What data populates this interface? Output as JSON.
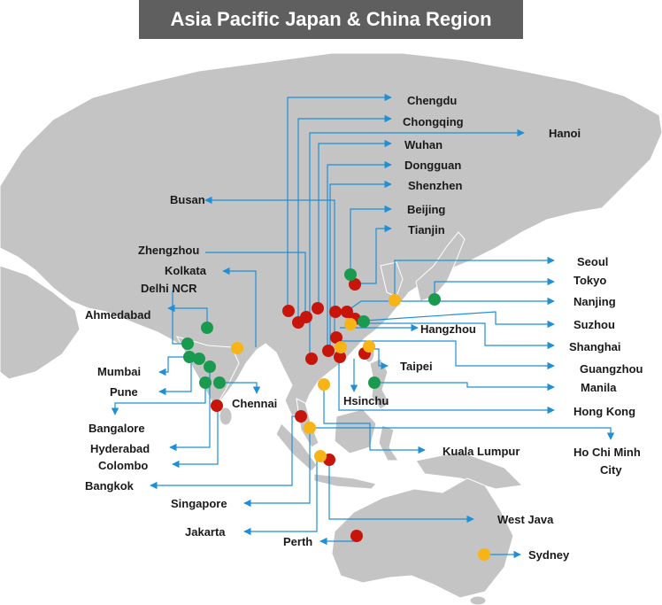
{
  "title": "Asia Pacific Japan & China Region",
  "colors": {
    "land": "#c4c4c4",
    "connector": "#1f8fd6",
    "red": "#c8150c",
    "green": "#1a9a4f",
    "yellow": "#f7b417",
    "title_bg": "#5f5f5f"
  },
  "cities": [
    {
      "name": "Chengdu",
      "color": "red"
    },
    {
      "name": "Chongqing",
      "color": "red"
    },
    {
      "name": "Hanoi",
      "color": "red"
    },
    {
      "name": "Wuhan",
      "color": "red"
    },
    {
      "name": "Dongguan",
      "color": "red"
    },
    {
      "name": "Shenzhen",
      "color": "red"
    },
    {
      "name": "Busan",
      "color": "red"
    },
    {
      "name": "Beijing",
      "color": "green"
    },
    {
      "name": "Tianjin",
      "color": "red"
    },
    {
      "name": "Zhengzhou",
      "color": "red"
    },
    {
      "name": "Kolkata",
      "color": "yellow"
    },
    {
      "name": "Delhi NCR",
      "color": "green"
    },
    {
      "name": "Ahmedabad",
      "color": "green"
    },
    {
      "name": "Seoul",
      "color": "yellow"
    },
    {
      "name": "Tokyo",
      "color": "green"
    },
    {
      "name": "Nanjing",
      "color": "red"
    },
    {
      "name": "Suzhou",
      "color": "green"
    },
    {
      "name": "Shanghai",
      "color": "yellow"
    },
    {
      "name": "Hangzhou",
      "color": "red"
    },
    {
      "name": "Guangzhou",
      "color": "red"
    },
    {
      "name": "Taipei",
      "color": "yellow"
    },
    {
      "name": "Manila",
      "color": "green"
    },
    {
      "name": "Hsinchu",
      "color": "red"
    },
    {
      "name": "Hong Kong",
      "color": "yellow"
    },
    {
      "name": "Mumbai",
      "color": "green"
    },
    {
      "name": "Pune",
      "color": "green"
    },
    {
      "name": "Chennai",
      "color": "green"
    },
    {
      "name": "Bangalore",
      "color": "green"
    },
    {
      "name": "Hyderabad",
      "color": "green"
    },
    {
      "name": "Colombo",
      "color": "red"
    },
    {
      "name": "Bangkok",
      "color": "red"
    },
    {
      "name": "Kuala Lumpur",
      "color": "yellow"
    },
    {
      "name": "Ho Chi Minh City",
      "color": "yellow"
    },
    {
      "name": "Singapore",
      "color": "red"
    },
    {
      "name": "Jakarta",
      "color": "yellow"
    },
    {
      "name": "West Java",
      "color": "red"
    },
    {
      "name": "Perth",
      "color": "red"
    },
    {
      "name": "Sydney",
      "color": "yellow"
    }
  ]
}
